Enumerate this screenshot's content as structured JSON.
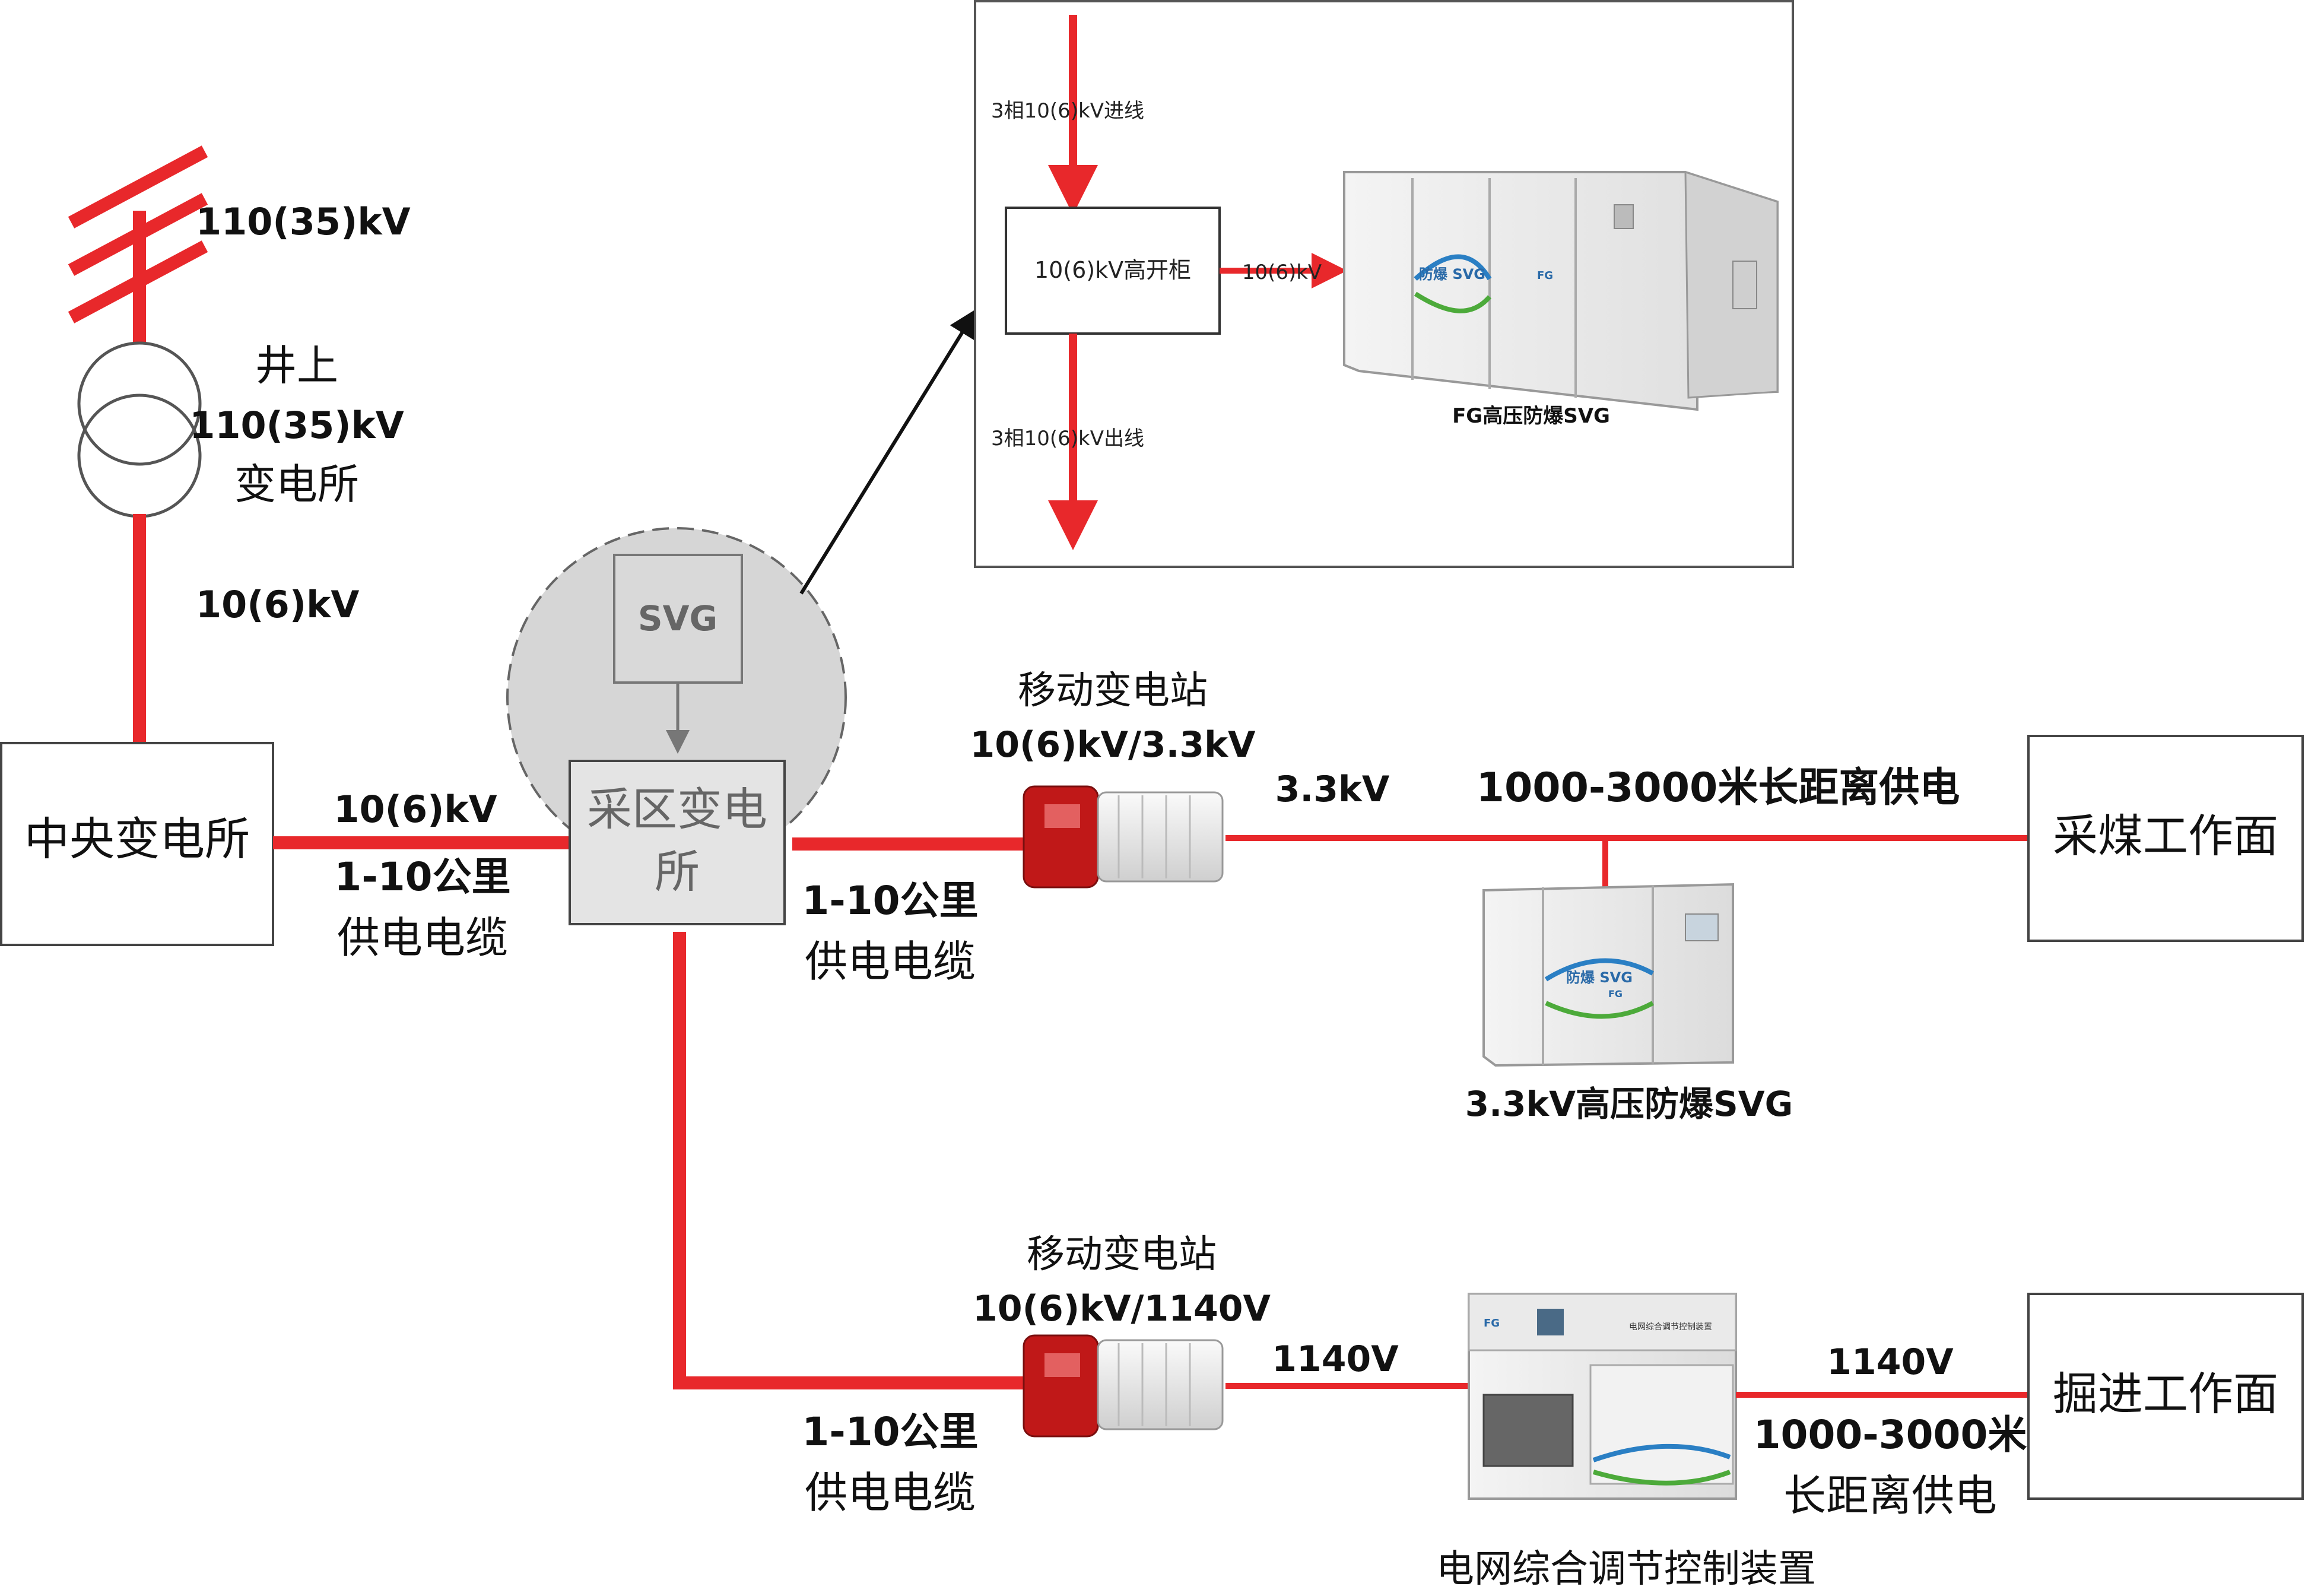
{
  "colors": {
    "line": "#e8282b",
    "box_stroke": "#444444",
    "svg_circle": "#d6d6d6",
    "cabinet": "#ececec",
    "transformer_red": "#c01818"
  },
  "top_feed": {
    "voltage": "110(35)kV"
  },
  "surface_substation": {
    "line1": "井上",
    "line2": "110(35)kV",
    "line3": "变电所"
  },
  "feed_down_label": "10(6)kV",
  "central_substation": {
    "label": "中央变电所"
  },
  "link_central_area": {
    "voltage": "10(6)kV",
    "distance": "1-10公里",
    "cable": "供电电缆"
  },
  "area_substation": {
    "line1": "采区变电",
    "line2": "所"
  },
  "svg_box": {
    "label": "SVG"
  },
  "inset": {
    "in_label": "3相10(6)kV进线",
    "switchgear_label": "10(6)kV高开柜",
    "arrow_label": "10(6)kV",
    "out_label": "3相10(6)kV出线",
    "product_caption": "FG高压防爆SVG",
    "cabinet_badge": "防爆 SVG",
    "cabinet_brand": "FG"
  },
  "link_area_mobile1": {
    "distance": "1-10公里",
    "cable": "供电电缆"
  },
  "mobile_station_1": {
    "title": "移动变电站",
    "rating": "10(6)kV/3.3kV"
  },
  "line_33kv": {
    "voltage": "3.3kV",
    "distance": "1000-3000米长距离供电"
  },
  "svg_33kv": {
    "caption": "3.3kV高压防爆SVG",
    "badge": "防爆 SVG",
    "brand": "FG"
  },
  "coal_face": {
    "label": "采煤工作面"
  },
  "link_area_mobile2": {
    "distance": "1-10公里",
    "cable": "供电电缆"
  },
  "mobile_station_2": {
    "title": "移动变电站",
    "rating": "10(6)kV/1140V"
  },
  "line_1140_a": {
    "voltage": "1140V"
  },
  "grid_device": {
    "caption": "电网综合调节控制装置",
    "panel_title": "电网综合调节控制装置",
    "brand": "FG"
  },
  "line_1140_b": {
    "voltage": "1140V",
    "distance_line1": "1000-3000米",
    "distance_line2": "长距离供电"
  },
  "heading_face": {
    "label": "掘进工作面"
  }
}
